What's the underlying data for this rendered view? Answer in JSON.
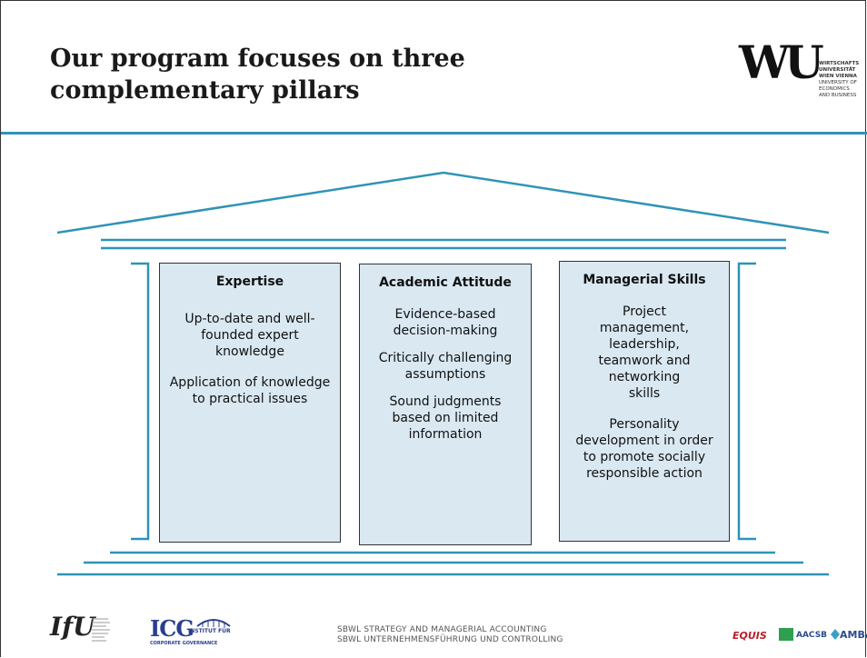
{
  "header": {
    "title_line1": "Our program focuses on three",
    "title_line2": "complementary pillars"
  },
  "wu_logo": {
    "letters": "WU",
    "lines": [
      "WIRTSCHAFTS",
      "UNIVERSITÄT",
      "WIEN VIENNA",
      "UNIVERSITY OF",
      "ECONOMICS",
      "AND BUSINESS"
    ]
  },
  "pillars": [
    {
      "title": "Expertise",
      "paragraphs": [
        "Up-to-date and well-founded expert knowledge",
        "Application of knowledge to practical issues"
      ]
    },
    {
      "title": "Academic Attitude",
      "paragraphs": [
        "Evidence-based decision-making",
        "Critically challenging assumptions",
        "Sound judgments based on limited information"
      ]
    },
    {
      "title": "Managerial Skills",
      "paragraphs": [
        "Project management, leadership, teamwork and networking skills",
        "Personality development in order to promote socially responsible action"
      ]
    }
  ],
  "footer": {
    "line1": "SBWL STRATEGY AND MANAGERIAL ACCOUNTING",
    "line2": "SBWL UNTERNEHMENSFÜHRUNG UND CONTROLLING",
    "ifu_logo": "IfU",
    "icg_logo": "ICG",
    "icg_institut": "INSTITUT FÜR",
    "icg_sub": "CORPORATE GOVERNANCE",
    "accreditations": [
      "EQUIS",
      "AACSB",
      "AMBA"
    ]
  },
  "colors": {
    "accent": "#2f93b6",
    "pillar_fill": "#d9e8f1"
  }
}
